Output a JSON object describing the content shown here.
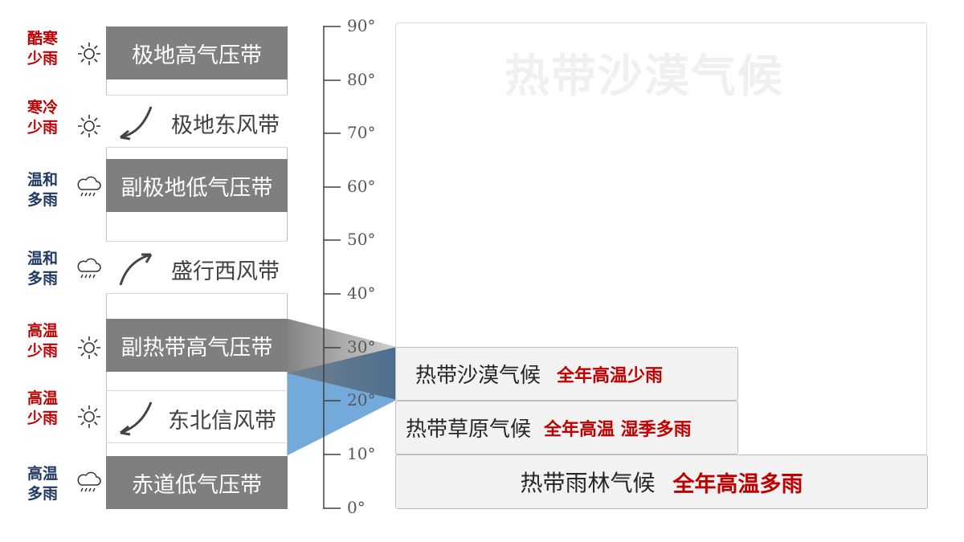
{
  "left_labels": [
    {
      "line1": "酷寒",
      "line2": "少雨",
      "color": "#c00000",
      "icon": "sun-icon"
    },
    {
      "line1": "寒冷",
      "line2": "少雨",
      "color": "#c00000",
      "icon": "sun-icon"
    },
    {
      "line1": "温和",
      "line2": "多雨",
      "color": "#1f3864",
      "icon": "rain-cloud-icon"
    },
    {
      "line1": "温和",
      "line2": "多雨",
      "color": "#1f3864",
      "icon": "rain-cloud-icon"
    },
    {
      "line1": "高温",
      "line2": "少雨",
      "color": "#c00000",
      "icon": "sun-icon"
    },
    {
      "line1": "高温",
      "line2": "少雨",
      "color": "#c00000",
      "icon": "sun-icon"
    },
    {
      "line1": "高温",
      "line2": "多雨",
      "color": "#1f3864",
      "icon": "rain-cloud-icon"
    }
  ],
  "belts": {
    "polar_high": "极地高气压带",
    "polar_east_wind": "极地东风带",
    "subpolar_low": "副极地低气压带",
    "westerlies": "盛行西风带",
    "subtropical_high": "副热带高气压带",
    "ne_trade_wind": "东北信风带",
    "equatorial_low": "赤道低气压带"
  },
  "latitude_ticks": [
    "90°",
    "80°",
    "70°",
    "60°",
    "50°",
    "40°",
    "30°",
    "20°",
    "10°",
    "0°"
  ],
  "panel_title": "热带沙漠气候",
  "climates": {
    "desert": {
      "name": "热带沙漠气候",
      "feature": "全年高温少雨"
    },
    "savanna": {
      "name": "热带草原气候",
      "feature": "全年高温 湿季多雨"
    },
    "rainforest": {
      "name": "热带雨林气候",
      "feature": "全年高温多雨"
    }
  },
  "colors": {
    "hot_dry": "#c00000",
    "mild_wet": "#1f3864",
    "belt": "#7f7f7f",
    "highlight_blue": "#5b9bd5"
  }
}
